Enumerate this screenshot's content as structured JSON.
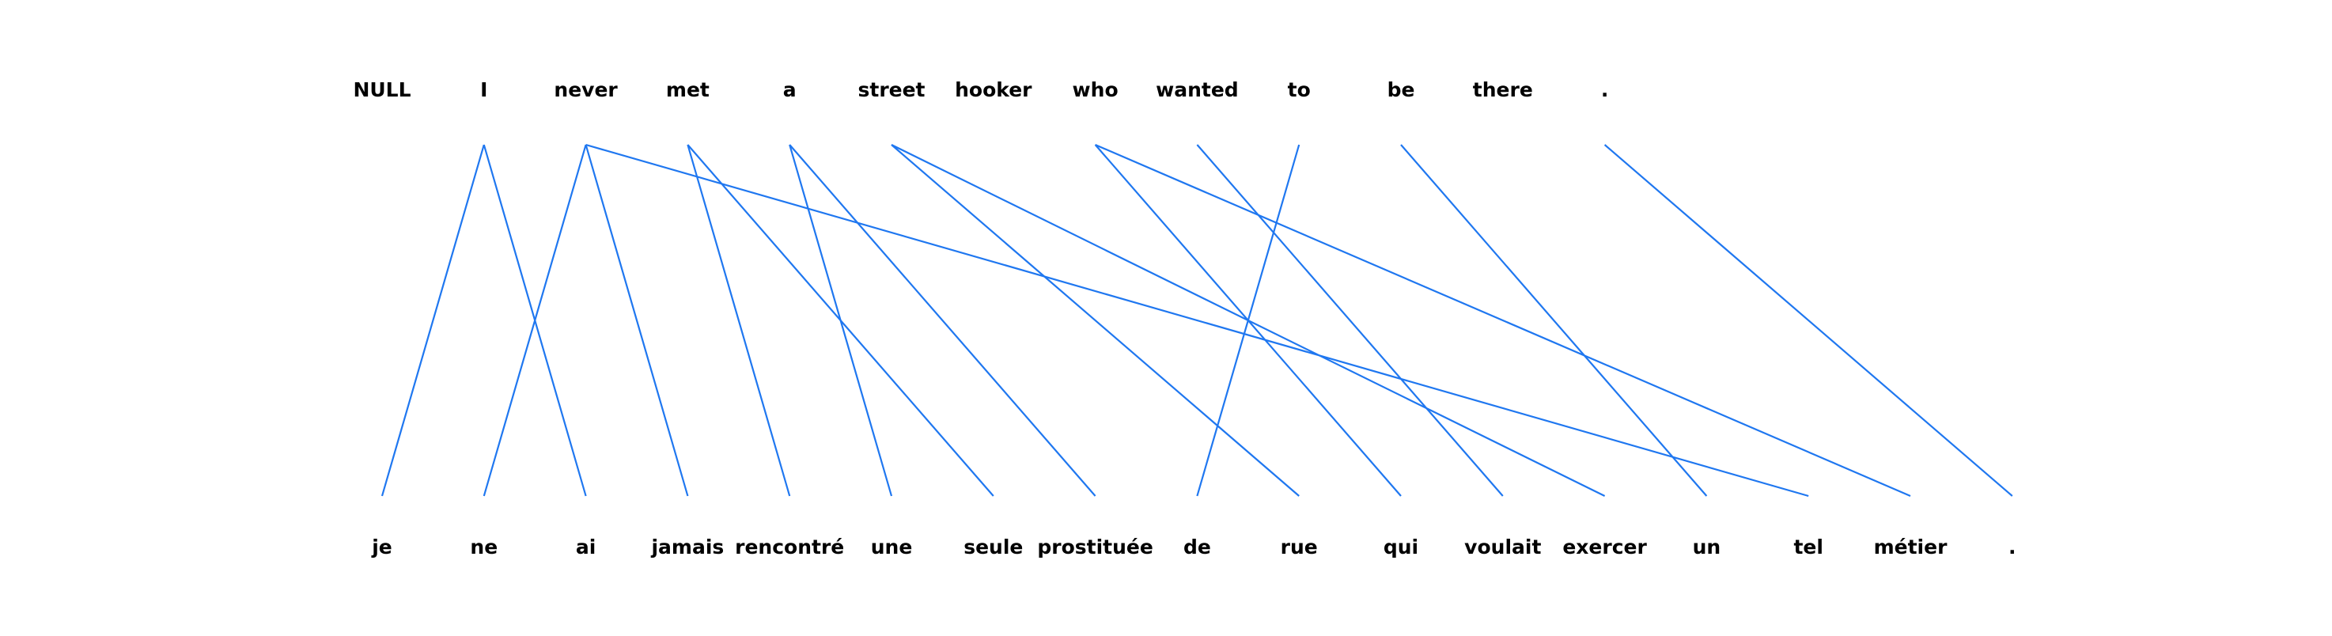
{
  "source_tokens": [
    "NULL",
    "I",
    "never",
    "met",
    "a",
    "street",
    "hooker",
    "who",
    "wanted",
    "to",
    "be",
    "there",
    "."
  ],
  "target_tokens": [
    "je",
    "ne",
    "ai",
    "jamais",
    "rencontré",
    "une",
    "seule",
    "prostituée",
    "de",
    "rue",
    "qui",
    "voulait",
    "exercer",
    "un",
    "tel",
    "métier",
    "."
  ],
  "alignments": [
    [
      1,
      0
    ],
    [
      1,
      2
    ],
    [
      2,
      1
    ],
    [
      2,
      3
    ],
    [
      2,
      14
    ],
    [
      3,
      4
    ],
    [
      3,
      6
    ],
    [
      4,
      5
    ],
    [
      4,
      7
    ],
    [
      5,
      9
    ],
    [
      5,
      12
    ],
    [
      7,
      10
    ],
    [
      7,
      15
    ],
    [
      8,
      11
    ],
    [
      9,
      8
    ],
    [
      10,
      13
    ],
    [
      12,
      16
    ]
  ],
  "colors": {
    "link": "#1f77f0",
    "text": "#000000"
  }
}
